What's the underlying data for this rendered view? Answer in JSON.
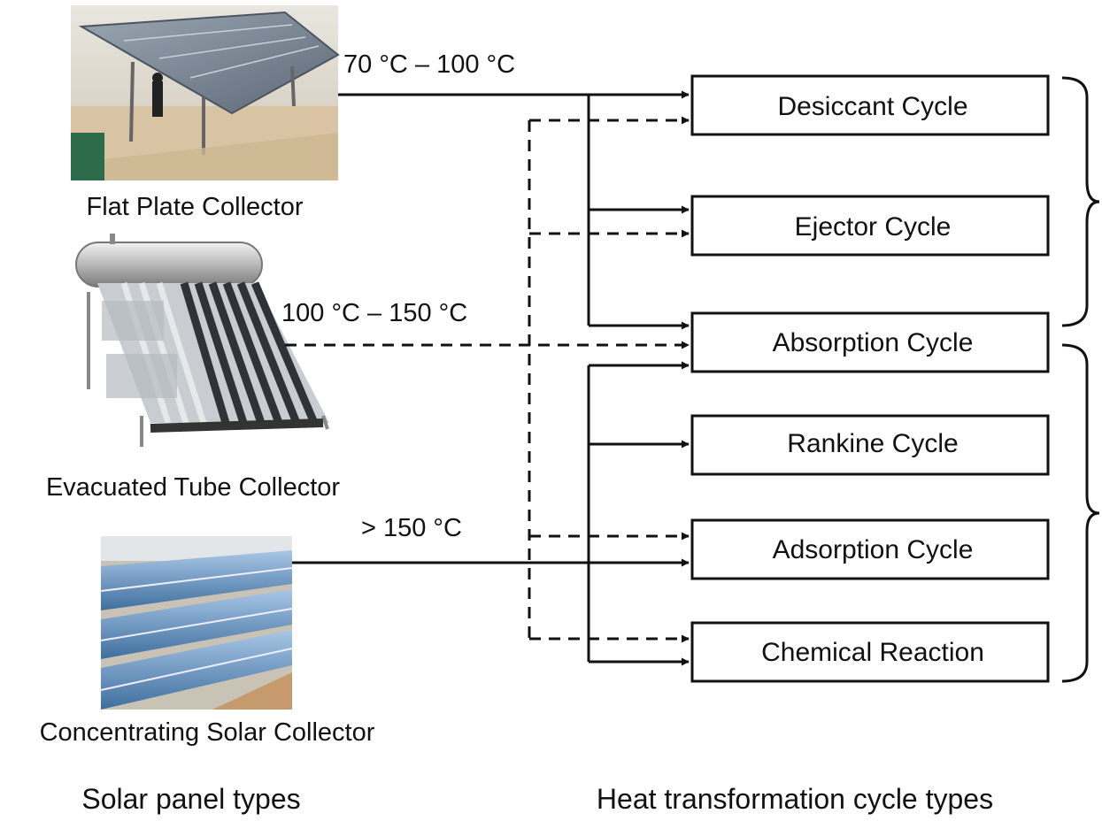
{
  "collectors": [
    {
      "id": "flat",
      "caption": "Flat Plate Collector",
      "temp_label": "70 °C – 100 °C",
      "line_style": "solid"
    },
    {
      "id": "evac",
      "caption": "Evacuated Tube Collector",
      "temp_label": "100 °C – 150 °C",
      "line_style": "dashed"
    },
    {
      "id": "csc",
      "caption": "Concentrating Solar Collector",
      "temp_label": "> 150 °C",
      "line_style": "solid"
    }
  ],
  "cycles": [
    {
      "id": "desiccant",
      "label": "Desiccant Cycle"
    },
    {
      "id": "ejector",
      "label": "Ejector Cycle"
    },
    {
      "id": "absorption",
      "label": "Absorption Cycle"
    },
    {
      "id": "rankine",
      "label": "Rankine Cycle"
    },
    {
      "id": "adsorption",
      "label": "Adsorption Cycle"
    },
    {
      "id": "chemical",
      "label": "Chemical Reaction"
    }
  ],
  "footer": {
    "left": "Solar panel types",
    "right": "Heat transformation cycle types"
  },
  "legend_styles": {
    "solid": "solid line",
    "dashed": "dashed line"
  },
  "colors": {
    "line": "#111111",
    "box_fill": "#ffffff",
    "sky": "#d9dbd6",
    "panel": "#7f8c99",
    "ground": "#c9ad8a"
  }
}
